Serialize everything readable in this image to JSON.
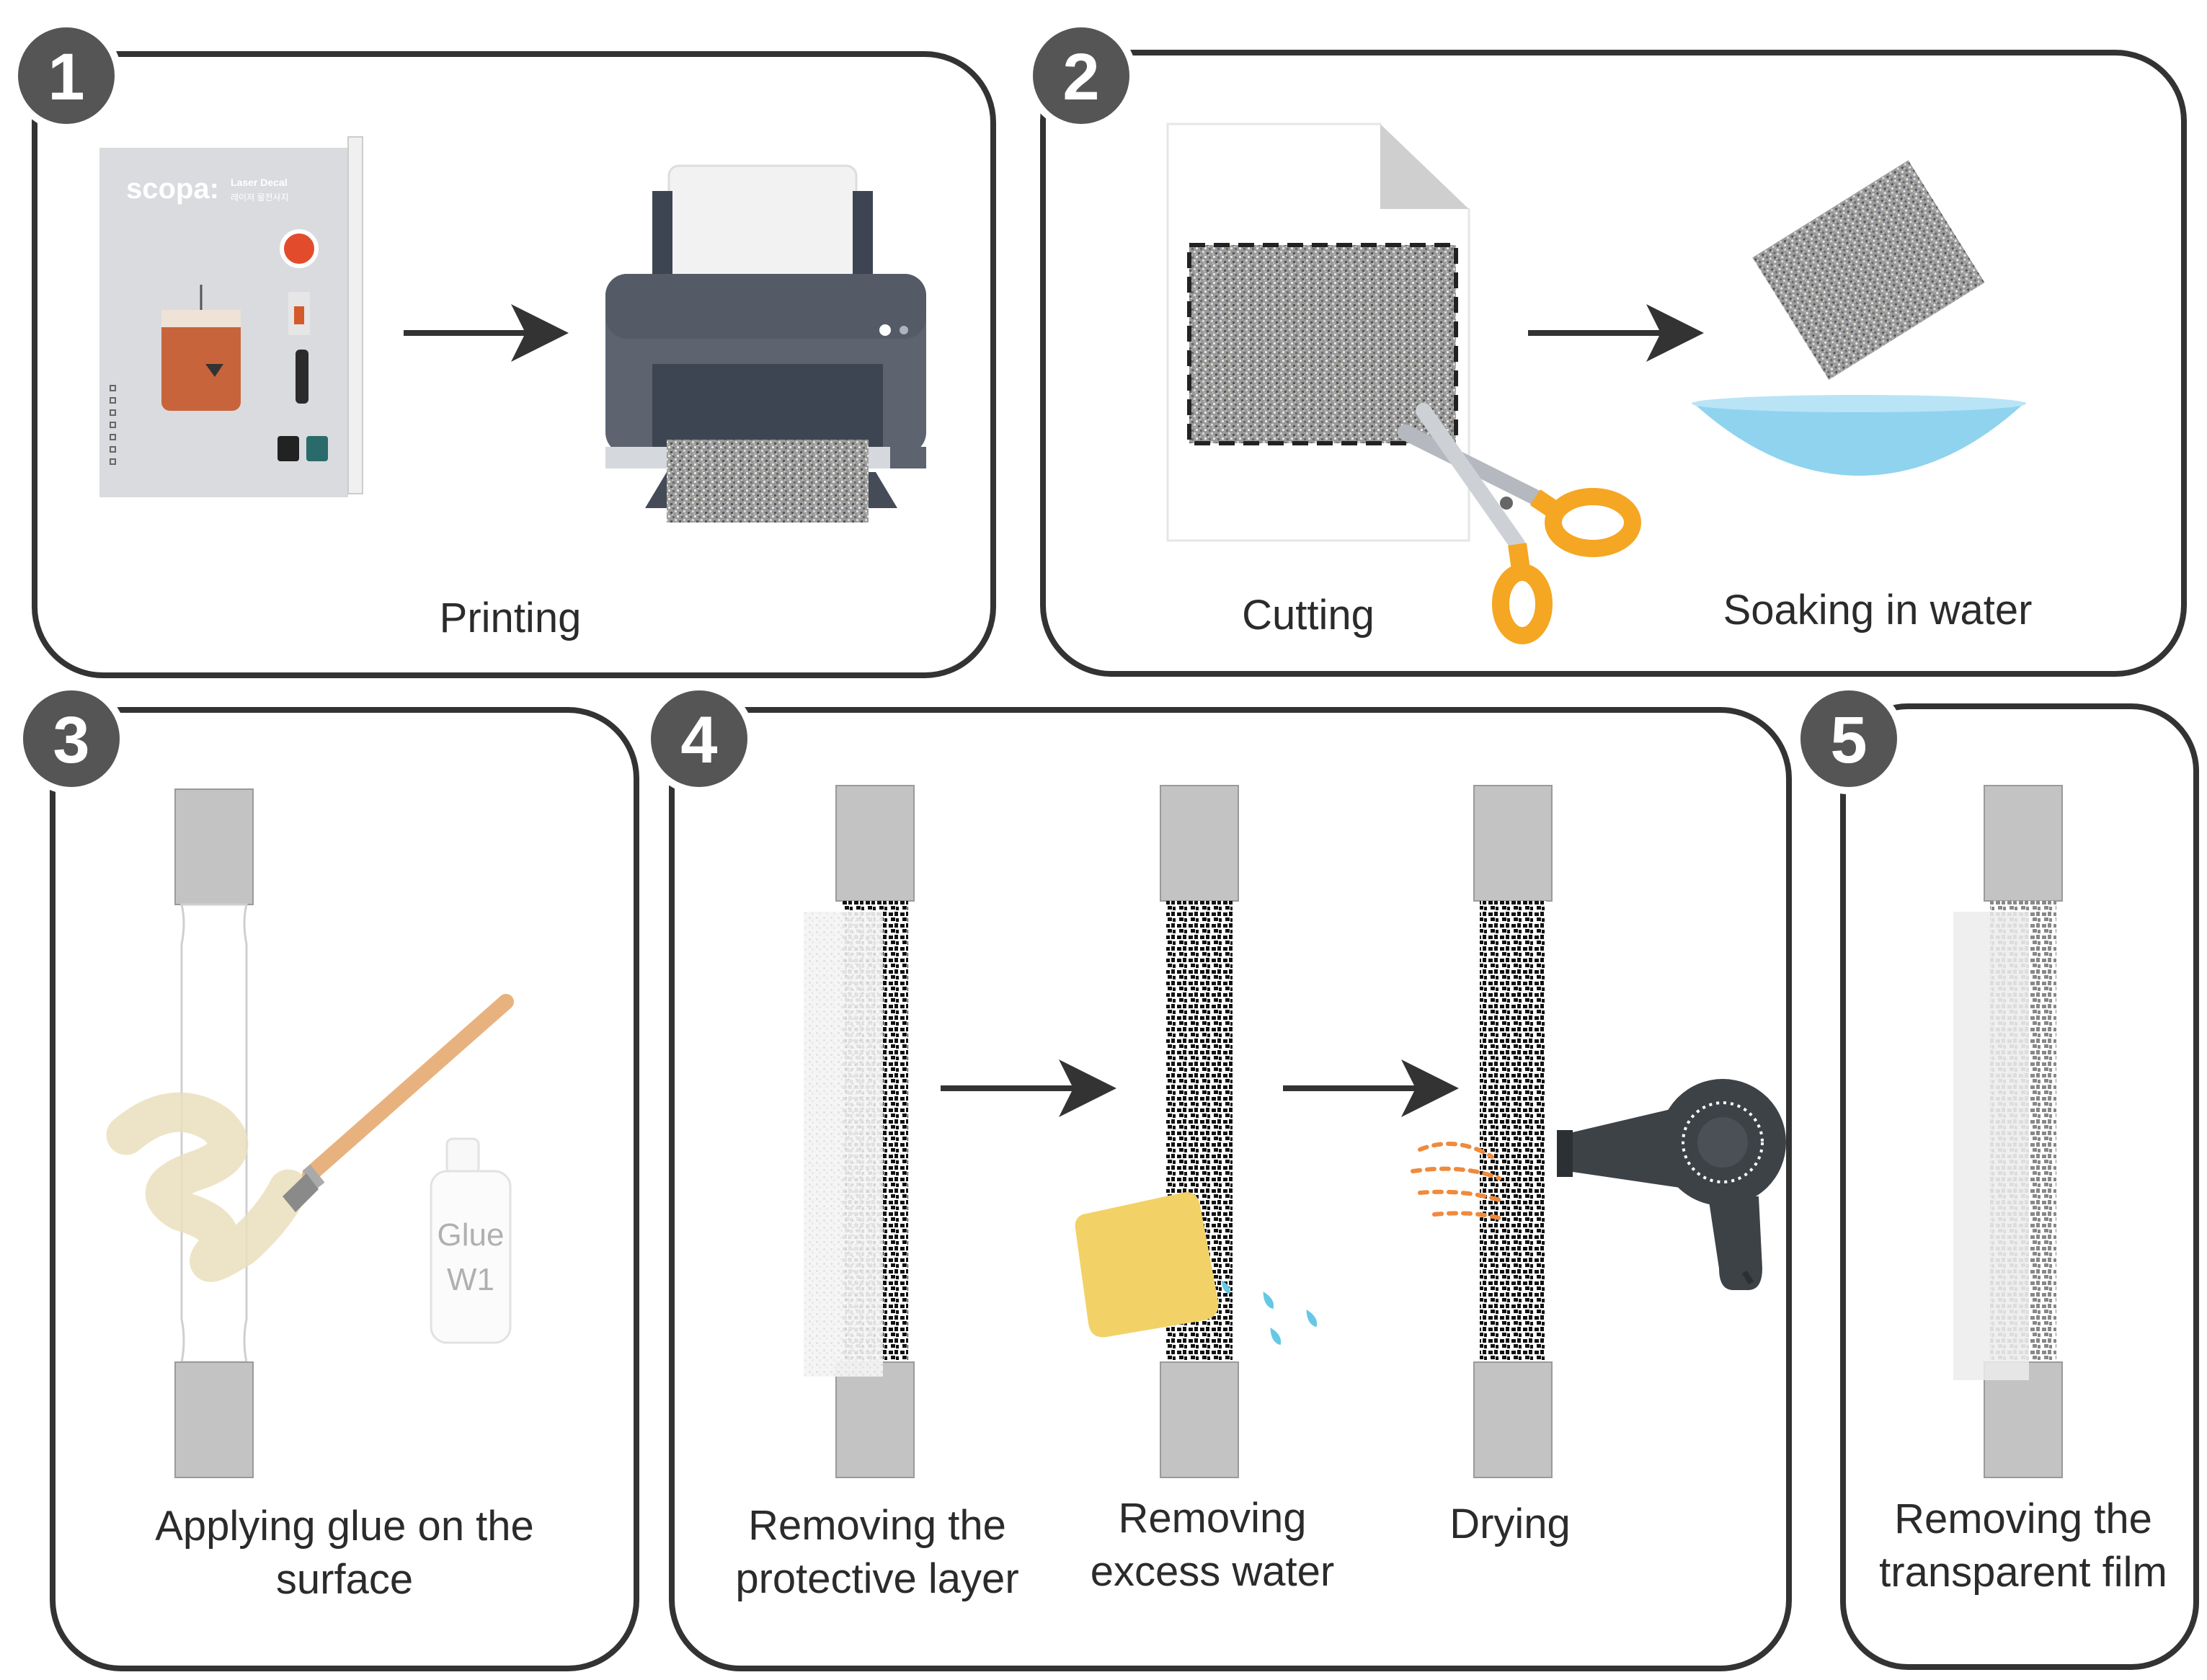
{
  "steps": [
    {
      "number": "1",
      "captions": [
        "Printing"
      ]
    },
    {
      "number": "2",
      "captions": [
        "Cutting",
        "Soaking in water"
      ]
    },
    {
      "number": "3",
      "captions": [
        "Applying glue on the",
        "surface"
      ]
    },
    {
      "number": "4",
      "captions": [
        "Removing the",
        "protective layer",
        "Removing",
        "excess water",
        "Drying"
      ]
    },
    {
      "number": "5",
      "captions": [
        "Removing the",
        "transparent film"
      ]
    }
  ],
  "decal_pack": {
    "brand": "scopa:",
    "product": "Laser Decal",
    "subtitle": "레이저 물전사지"
  },
  "glue_bottle": {
    "line1": "Glue",
    "line2": "W1"
  },
  "colors": {
    "panel_border": "#333333",
    "badge": "#555555",
    "specimen_grip": "#c3c3c3",
    "scissor_handle": "#f5a623",
    "water": "#8fd3ef",
    "sponge": "#f2d166",
    "dryer": "#3d4247",
    "air": "#f08a3c",
    "brush": "#e8b27f"
  },
  "icons": [
    "decal-pack-icon",
    "printer-icon",
    "scissors-icon",
    "water-bowl-icon",
    "brush-icon",
    "glue-bottle-icon",
    "sponge-icon",
    "water-drops-icon",
    "hair-dryer-icon",
    "arrow-icon"
  ]
}
